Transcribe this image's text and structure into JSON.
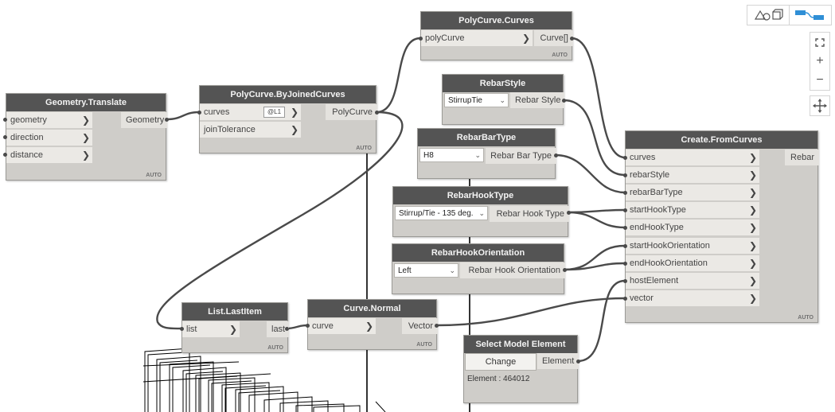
{
  "toolbar": {
    "geometry_view": "geometry-view-icon",
    "graph_view": "graph-view-icon",
    "zoom_fit": "zoom-fit-icon",
    "zoom_in": "+",
    "zoom_out": "−",
    "pan": "pan-icon"
  },
  "nodes": {
    "translate": {
      "title": "Geometry.Translate",
      "in": [
        "geometry",
        "direction",
        "distance"
      ],
      "out": "Geometry",
      "auto": "AUTO"
    },
    "byjoined": {
      "title": "PolyCurve.ByJoinedCurves",
      "in": [
        "curves",
        "joinTolerance"
      ],
      "lacing": "@L1",
      "out": "PolyCurve",
      "auto": "AUTO"
    },
    "curves": {
      "title": "PolyCurve.Curves",
      "in": [
        "polyCurve"
      ],
      "out": "Curve[]",
      "auto": "AUTO"
    },
    "style": {
      "title": "RebarStyle",
      "value": "StirrupTie",
      "out": "Rebar Style"
    },
    "bartype": {
      "title": "RebarBarType",
      "value": "H8",
      "out": "Rebar Bar Type"
    },
    "hooktype": {
      "title": "RebarHookType",
      "value": "Stirrup/Tie - 135 deg.",
      "out": "Rebar Hook Type"
    },
    "hookorient": {
      "title": "RebarHookOrientation",
      "value": "Left",
      "out": "Rebar Hook Orientation"
    },
    "create": {
      "title": "Create.FromCurves",
      "in": [
        "curves",
        "rebarStyle",
        "rebarBarType",
        "startHookType",
        "endHookType",
        "startHookOrientation",
        "endHookOrientation",
        "hostElement",
        "vector"
      ],
      "out": "Rebar",
      "auto": "AUTO"
    },
    "lastitem": {
      "title": "List.LastItem",
      "in": [
        "list"
      ],
      "out": "last",
      "auto": "AUTO"
    },
    "normal": {
      "title": "Curve.Normal",
      "in": [
        "curve"
      ],
      "out": "Vector",
      "auto": "AUTO"
    },
    "select": {
      "title": "Select Model Element",
      "button": "Change",
      "out": "Element",
      "info": "Element : 464012"
    }
  },
  "colors": {
    "header": "#545454",
    "node_body": "#cfcdc9",
    "wire": "#4a4a4a",
    "accent_blue": "#2f8fd6"
  }
}
